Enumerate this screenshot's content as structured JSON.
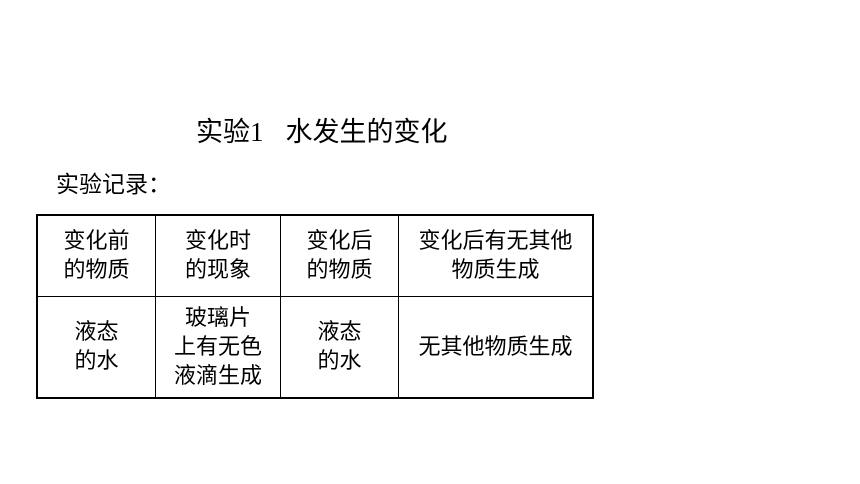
{
  "title": {
    "prefix": "实验",
    "number": "1",
    "text": "水发生的变化"
  },
  "subtitle": "实验记录：",
  "table": {
    "headers": [
      "变化前\n的物质",
      "变化时\n的现象",
      "变化后\n的物质",
      "变化后有无其他\n物质生成"
    ],
    "rows": [
      [
        "液态\n的水",
        "玻璃片\n上有无色\n液滴生成",
        "液态\n的水",
        "无其他物质生成"
      ]
    ]
  }
}
